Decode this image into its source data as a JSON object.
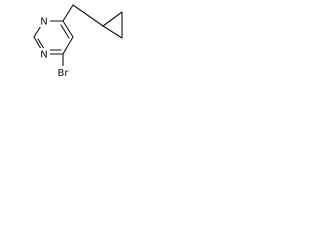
{
  "molecule": {
    "atoms": {
      "n1": "N",
      "n3": "N",
      "br": "Br"
    }
  },
  "colors": {
    "bond": "#111111",
    "text": "#111111",
    "background": "#ffffff"
  }
}
